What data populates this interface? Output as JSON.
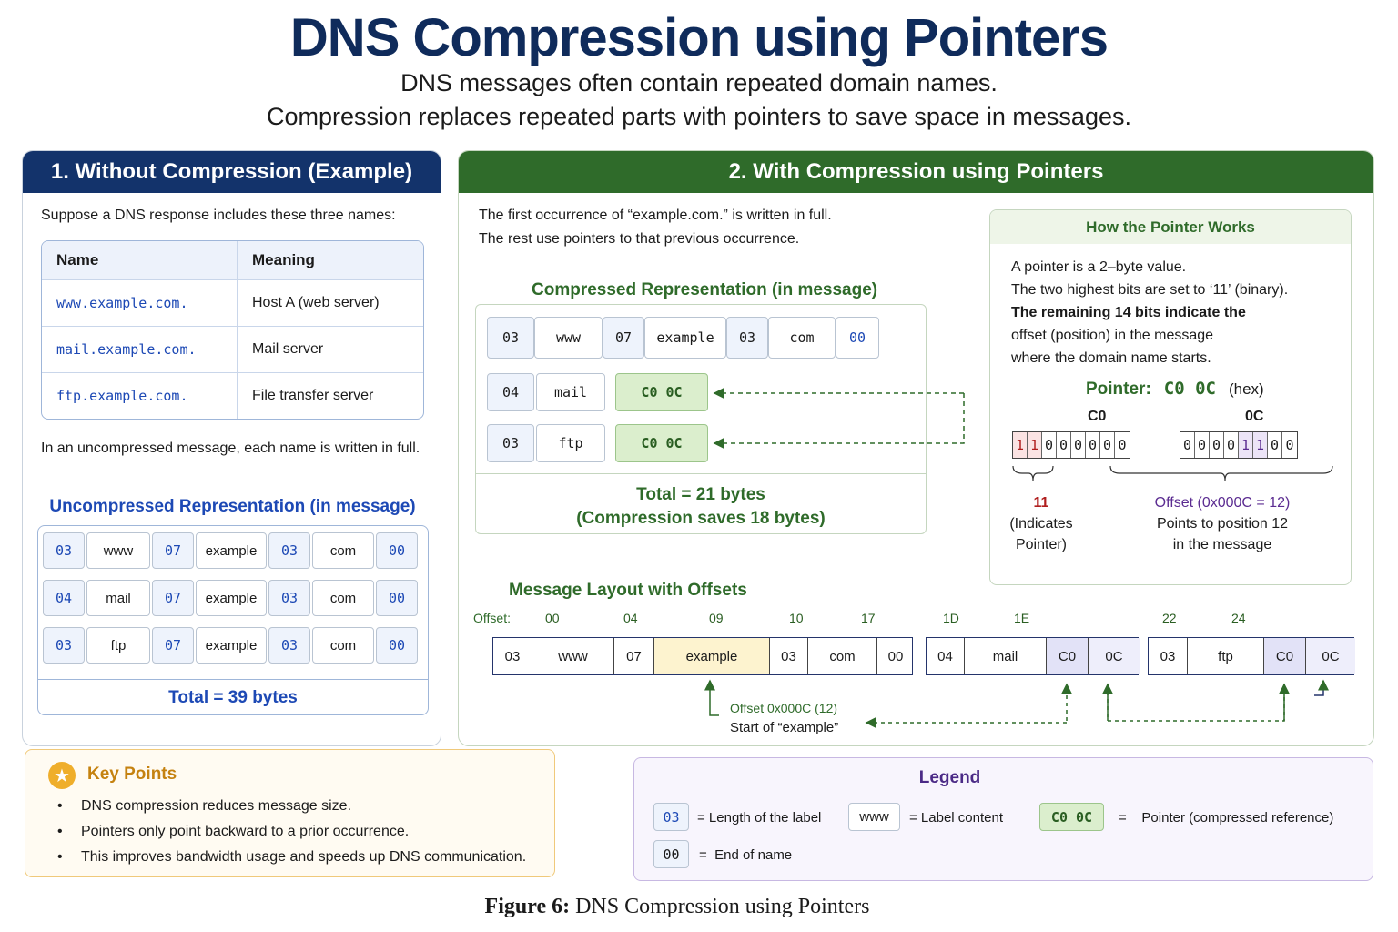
{
  "header": {
    "title": "DNS Compression using Pointers",
    "subtitle1": "DNS messages often contain repeated domain names.",
    "subtitle2": "Compression replaces repeated parts with pointers to save space in messages."
  },
  "left": {
    "heading": "1. Without Compression (Example)",
    "intro": "Suppose a DNS response includes these three names:",
    "table_headers": [
      "Name",
      "Meaning"
    ],
    "rows": [
      {
        "name": "www.example.com.",
        "meaning": "Host A (web server)"
      },
      {
        "name": "mail.example.com.",
        "meaning": "Mail server"
      },
      {
        "name": "ftp.example.com.",
        "meaning": "File transfer server"
      }
    ],
    "note": "In an uncompressed message, each name is written in full.",
    "repr_title": "Uncompressed Representation (in message)",
    "repr_rows": [
      [
        "03",
        "www",
        "07",
        "example",
        "03",
        "com",
        "00"
      ],
      [
        "04",
        "mail",
        "07",
        "example",
        "03",
        "com",
        "00"
      ],
      [
        "03",
        "ftp",
        "07",
        "example",
        "03",
        "com",
        "00"
      ]
    ],
    "total": "Total = 39 bytes"
  },
  "right": {
    "heading": "2. With Compression using Pointers",
    "intro1": "The first occurrence of “example.com.” is written in full.",
    "intro2": "The rest use pointers to that previous occurrence.",
    "repr_title": "Compressed Representation (in message)",
    "row1": [
      "03",
      "www",
      "07",
      "example",
      "03",
      "com",
      "00"
    ],
    "row2": [
      "04",
      "mail",
      "C0 0C"
    ],
    "row3": [
      "03",
      "ftp",
      "C0 0C"
    ],
    "total": "Total = 21 bytes",
    "saves": "(Compression saves 18 bytes)",
    "pointer_box": {
      "title": "How the Pointer Works",
      "line1": "A pointer is a 2–byte value.",
      "line2": "The two highest bits are set to ‘11’ (binary).",
      "line3": "The remaining 14 bits indicate the",
      "line4": "offset (position) in the message",
      "line5": "where the domain name starts.",
      "pointer_label": "Pointer:",
      "pointer_value": "C0 0C",
      "pointer_unit": "(hex)",
      "byte1_label": "C0",
      "byte2_label": "0C",
      "byte1_bits": [
        "1",
        "1",
        "0",
        "0",
        "0",
        "0",
        "0",
        "0"
      ],
      "byte2_bits": [
        "0",
        "0",
        "0",
        "0",
        "1",
        "1",
        "0",
        "0"
      ],
      "bits_label": "11",
      "bits_desc1": "(Indicates",
      "bits_desc2": "Pointer)",
      "offset_label": "Offset (0x000C = 12)",
      "offset_desc1": "Points to position 12",
      "offset_desc2": "in the message"
    },
    "layout": {
      "title": "Message Layout with Offsets",
      "offset_label": "Offset:",
      "offsets": [
        "00",
        "04",
        "09",
        "10",
        "17",
        "1D",
        "1E",
        "22",
        "24"
      ],
      "group1": [
        "03",
        "www",
        "07",
        "example",
        "03",
        "com",
        "00"
      ],
      "group2": [
        "04",
        "mail",
        "C0",
        "0C"
      ],
      "group3": [
        "03",
        "ftp",
        "C0",
        "0C"
      ],
      "annot1": "Offset 0x000C (12)",
      "annot2": "Start of “example”"
    }
  },
  "key_points": {
    "title": "Key Points",
    "items": [
      "DNS compression reduces message size.",
      "Pointers only point backward to a prior occurrence.",
      "This improves bandwidth usage and speeds up DNS communication."
    ]
  },
  "legend": {
    "title": "Legend",
    "items": [
      {
        "sample": "03",
        "desc": "= Length of the label"
      },
      {
        "sample": "www",
        "desc": "= Label content"
      },
      {
        "sample": "C0 0C",
        "desc": "=    Pointer (compressed reference)"
      },
      {
        "sample": "00",
        "desc": "=  End of name"
      }
    ]
  },
  "caption": {
    "label": "Figure 6:",
    "text": "DNS Compression using Pointers"
  },
  "colors": {
    "navy": "#13336b",
    "green": "#2f6b2a",
    "pointer_fill": "#dbeecd",
    "highlight": "#fdf3cf",
    "purple": "#5b2c91"
  }
}
